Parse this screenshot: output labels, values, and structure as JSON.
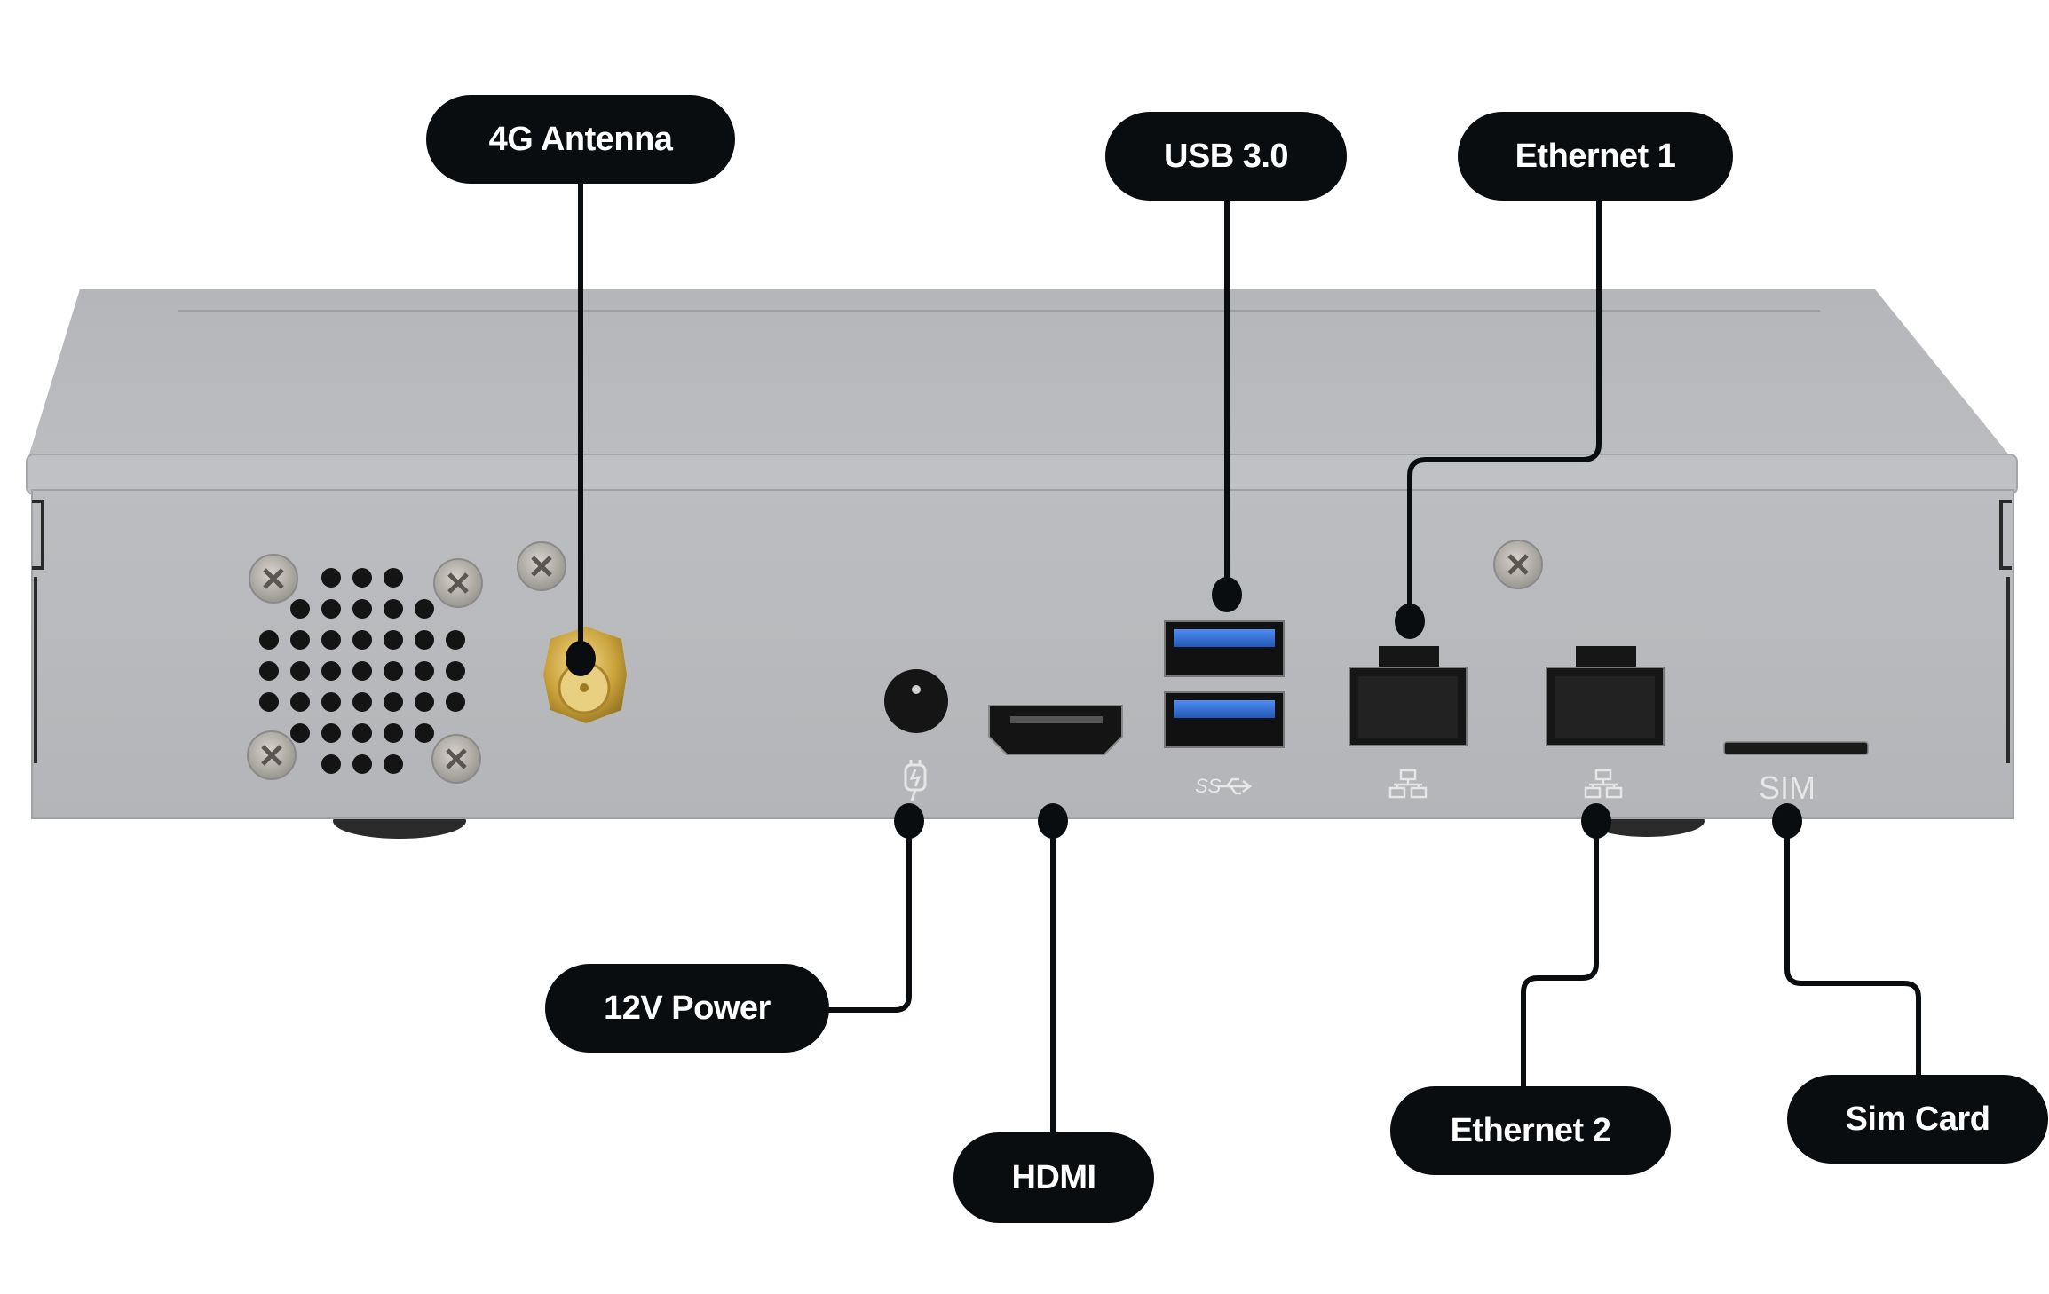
{
  "diagram": {
    "subject": "Mini PC gateway - rear I/O panel",
    "colors": {
      "callout": "#0a0d0f",
      "label_text": "#ffffff",
      "chassis": "#b9bbbe",
      "usb_blue": "#2f6fd6",
      "antenna_gold": "#c9a13a"
    },
    "callouts": [
      {
        "id": "antenna",
        "label": "4G Antenna",
        "target": "sma-antenna-connector"
      },
      {
        "id": "usb",
        "label": "USB 3.0",
        "target": "usb-3-ports"
      },
      {
        "id": "eth1",
        "label": "Ethernet 1",
        "target": "ethernet-port-1"
      },
      {
        "id": "power",
        "label": "12V Power",
        "target": "dc-power-jack"
      },
      {
        "id": "hdmi",
        "label": "HDMI",
        "target": "hdmi-port"
      },
      {
        "id": "eth2",
        "label": "Ethernet 2",
        "target": "ethernet-port-2"
      },
      {
        "id": "sim",
        "label": "Sim Card",
        "target": "sim-card-slot"
      }
    ],
    "panel_markings": {
      "power_icon": "power-plug-icon",
      "usb_icon": "usb-superspeed-icon",
      "usb_text": "SS",
      "lan_icon": "network-lan-icon",
      "sim_text": "SIM"
    }
  }
}
